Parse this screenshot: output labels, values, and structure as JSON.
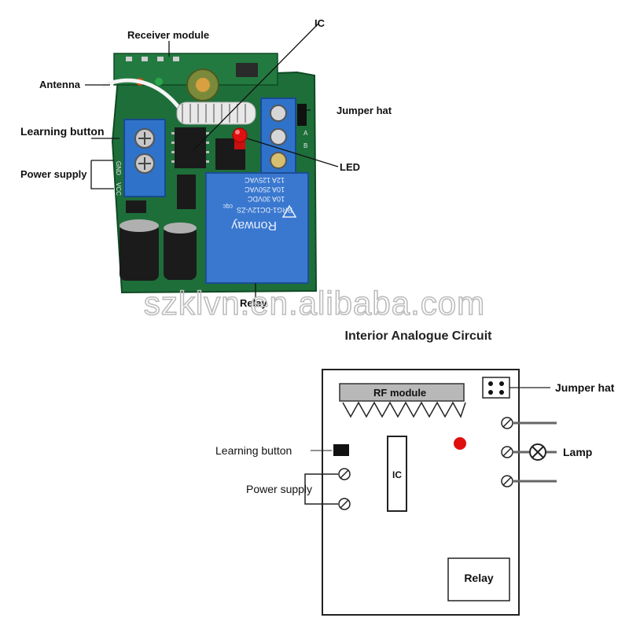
{
  "photo": {
    "labels": {
      "receiver_module": "Receiver module",
      "ic": "IC",
      "antenna": "Antenna",
      "jumper_hat": "Jumper hat",
      "learning_button": "Learning button",
      "power_supply": "Power supply",
      "led": "LED",
      "relay": "Relay"
    },
    "relay_markings": {
      "line1": "RRG1-DC12V-ZS",
      "line2": "10A 30VDC",
      "line3": "10A 250VAC",
      "line4": "12A 125VAC",
      "brand": "Ronway",
      "cert": "cqc"
    },
    "pin_labels": {
      "gnd": "GND",
      "vcc": "VCC",
      "a": "A",
      "b": "B"
    },
    "watermark": "szklvn.en.alibaba.com"
  },
  "diagram": {
    "title": "Interior Analogue Circuit",
    "rf_module": "RF module",
    "ic": "IC",
    "relay": "Relay",
    "jumper_hat": "Jumper hat",
    "learning_button": "Learning button",
    "power_supply": "Power supply",
    "lamp": "Lamp"
  },
  "colors": {
    "pcb": "#1e6e3a",
    "terminal_blue": "#2f72c9",
    "relay_blue": "#3a78d0",
    "led_red": "#e01010",
    "capacitor": "#1b1b1b"
  }
}
